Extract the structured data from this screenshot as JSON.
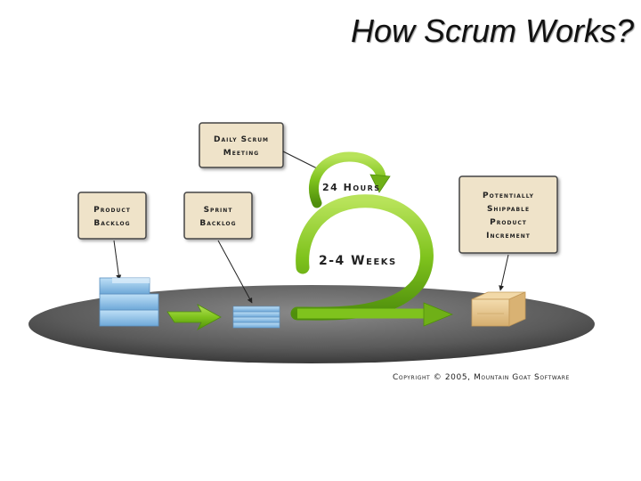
{
  "title": "How Scrum Works?",
  "labels": {
    "daily_scrum": [
      "Daily Scrum",
      "Meeting"
    ],
    "product_backlog": [
      "Product",
      "Backlog"
    ],
    "sprint_backlog": [
      "Sprint",
      "Backlog"
    ],
    "increment": [
      "Potentially",
      "Shippable",
      "Product",
      "Increment"
    ]
  },
  "cycle_labels": {
    "daily": "24 Hours",
    "sprint": "2-4 Weeks"
  },
  "copyright": "Copyright © 2005, Mountain Goat Software",
  "colors": {
    "label_box": "#efe3c9",
    "label_border": "#444444",
    "arrow_green": "#7fc31d",
    "backlog_blue": "#8cc2ea",
    "box_tan": "#e7c58c",
    "platform_gray": "#6b6b6b"
  }
}
